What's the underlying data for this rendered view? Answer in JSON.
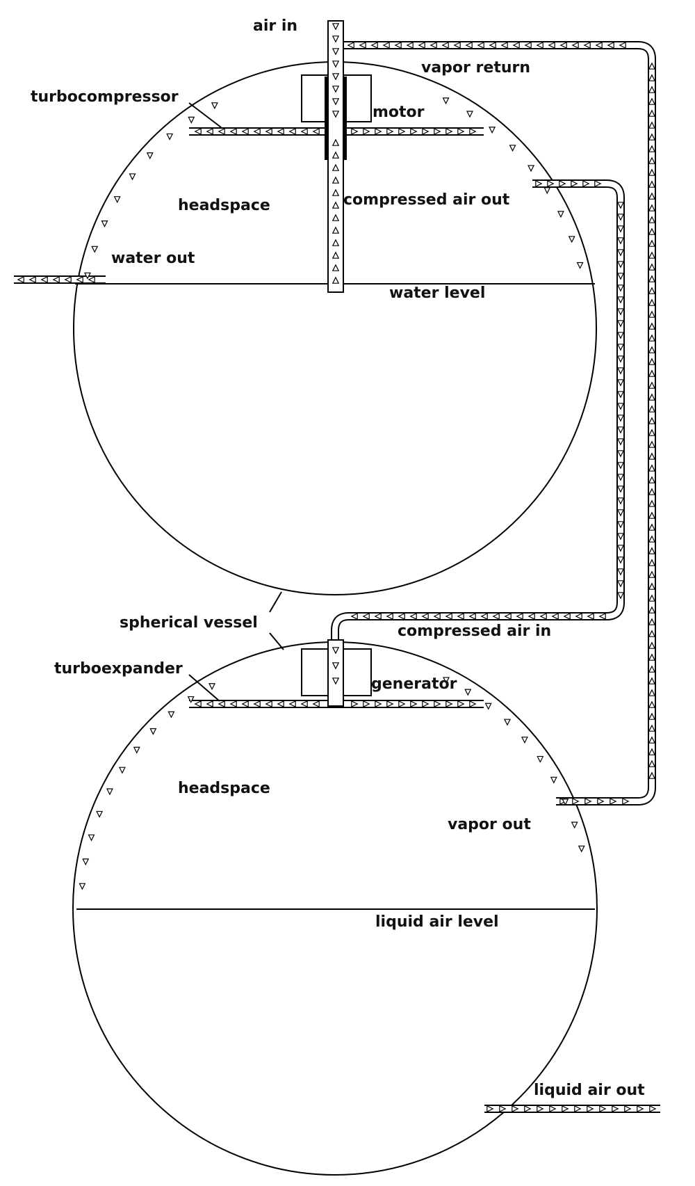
{
  "labels": {
    "air_in": "air in",
    "vapor_return": "vapor return",
    "turbocompressor": "turbocompressor",
    "motor": "motor",
    "headspace_top": "headspace",
    "compressed_air_out": "compressed air out",
    "water_out": "water out",
    "water_level": "water level",
    "spherical_vessel": "spherical vessel",
    "compressed_air_in": "compressed air in",
    "turboexpander": "turboexpander",
    "generator": "generator",
    "headspace_bottom": "headspace",
    "vapor_out": "vapor out",
    "liquid_air_level": "liquid air level",
    "liquid_air_out": "liquid air out"
  },
  "colors": {
    "line": "#000000",
    "background": "#ffffff"
  }
}
